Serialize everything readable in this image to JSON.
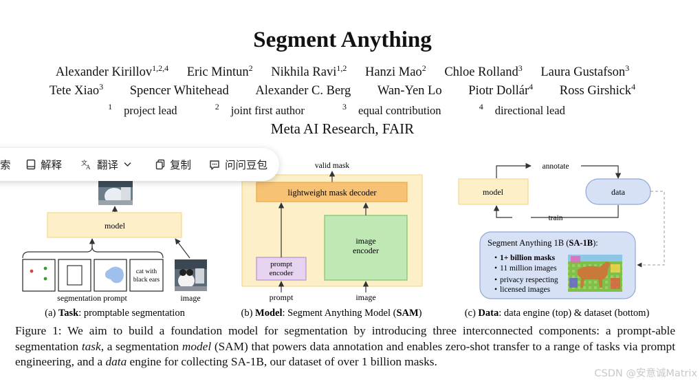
{
  "title": "Segment Anything",
  "authors_row1": [
    {
      "name": "Alexander Kirillov",
      "sup": "1,2,4"
    },
    {
      "name": "Eric Mintun",
      "sup": "2"
    },
    {
      "name": "Nikhila Ravi",
      "sup": "1,2"
    },
    {
      "name": "Hanzi Mao",
      "sup": "2"
    },
    {
      "name": "Chloe Rolland",
      "sup": "3"
    },
    {
      "name": "Laura Gustafson",
      "sup": "3"
    }
  ],
  "authors_row2": [
    {
      "name": "Tete Xiao",
      "sup": "3"
    },
    {
      "name": "Spencer Whitehead",
      "sup": ""
    },
    {
      "name": "Alexander C. Berg",
      "sup": ""
    },
    {
      "name": "Wan-Yen Lo",
      "sup": ""
    },
    {
      "name": "Piotr Dollár",
      "sup": "4"
    },
    {
      "name": "Ross Girshick",
      "sup": "4"
    }
  ],
  "notes": [
    {
      "sup": "1",
      "text": "project lead"
    },
    {
      "sup": "2",
      "text": "joint first author"
    },
    {
      "sup": "3",
      "text": "equal contribution"
    },
    {
      "sup": "4",
      "text": "directional lead"
    }
  ],
  "affiliation": "Meta AI Research, FAIR",
  "toolbar": {
    "search_label": "索",
    "explain_label": "解释",
    "translate_label": "翻译",
    "copy_label": "复制",
    "ask_label": "问问豆包"
  },
  "figure": {
    "panel_a": {
      "model_label": "model",
      "prompt_text": "cat with black ears",
      "prompt_text_line1": "cat with",
      "prompt_text_line2": "black ears",
      "segmentation_prompt_label": "segmentation prompt",
      "image_label": "image",
      "caption_prefix": "(a) ",
      "caption_bold": "Task",
      "caption_rest": ": promptable segmentation"
    },
    "panel_b": {
      "valid_mask_label": "valid mask",
      "decoder_label": "lightweight mask decoder",
      "image_encoder_line1": "image",
      "image_encoder_line2": "encoder",
      "prompt_encoder_line1": "prompt",
      "prompt_encoder_line2": "encoder",
      "prompt_label": "prompt",
      "image_label": "image",
      "caption_prefix": "(b) ",
      "caption_bold": "Model",
      "caption_rest": ": Segment Anything Model (",
      "caption_bold2": "SAM",
      "caption_end": ")"
    },
    "panel_c": {
      "annotate_label": "annotate",
      "model_label": "model",
      "data_label": "data",
      "train_label": "train",
      "box_title_prefix": "Segment Anything 1B (",
      "box_title_bold": "SA-1B",
      "box_title_suffix": "):",
      "bullets": [
        "1+ billion masks",
        "11 million images",
        "privacy respecting",
        "licensed images"
      ],
      "caption_prefix": "(c) ",
      "caption_bold": "Data",
      "caption_rest": ": data engine (top) & dataset (bottom)"
    }
  },
  "caption": {
    "prefix": "Figure 1: We aim to build a foundation model for segmentation by introducing three interconnected components: a prompt-able segmentation ",
    "task": "task",
    "mid1": ", a segmentation ",
    "model": "model",
    "mid2": " (SAM) that powers data annotation and enables zero-shot transfer to a range of tasks via prompt engineering, and a ",
    "data": "data",
    "end": " engine for collecting SA-1B, our dataset of over 1 billion masks."
  },
  "watermark": "CSDN @安意诚Matrix",
  "colors": {
    "yellow_box": "#fdf0c8",
    "yellow_border": "#f5d98a",
    "orange_box": "#f7c274",
    "green_box": "#bfe8b5",
    "purple_box": "#e5d3ef",
    "blue_box": "#d6e1f5",
    "blue_border": "#8fa8d8"
  }
}
